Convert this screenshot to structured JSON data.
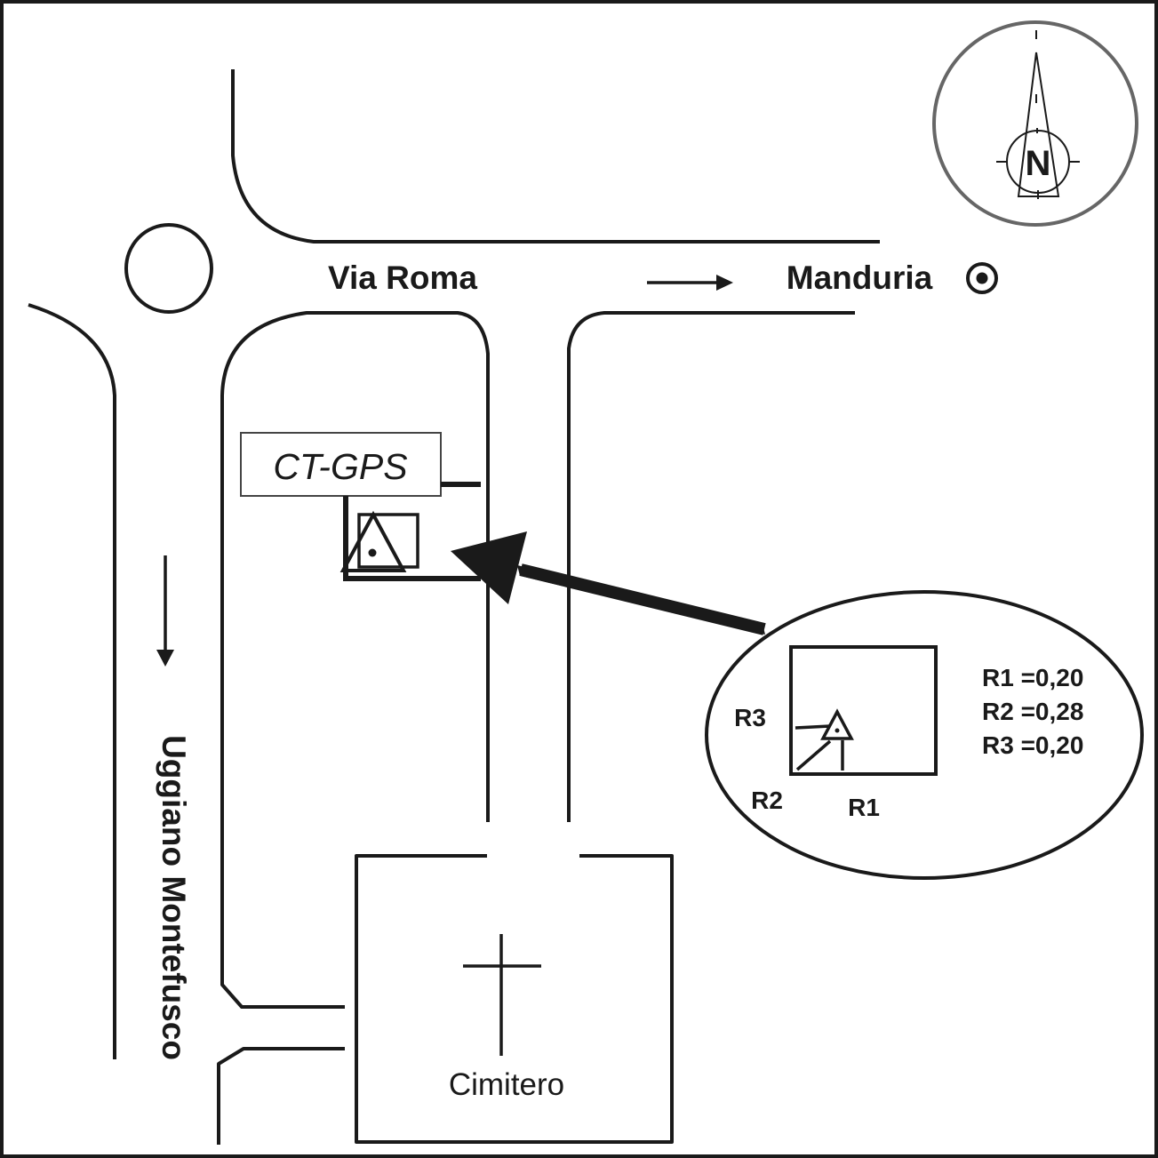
{
  "map": {
    "colors": {
      "ink": "#1a1a1a",
      "compass_ring": "#666666",
      "background": "#ffffff"
    },
    "streets": {
      "via_roma": "Via Roma",
      "uggiano": "Uggiano Montefusco"
    },
    "destinations": {
      "manduria": "Manduria"
    },
    "landmarks": {
      "station_label": "CT-GPS",
      "cemetery_label": "Cimitero"
    },
    "compass": {
      "north_label": "N"
    },
    "inset": {
      "labels": {
        "r1": "R1",
        "r2": "R2",
        "r3": "R3"
      },
      "readings": [
        {
          "name": "R1",
          "text": "R1 =0,20",
          "value": "0,20"
        },
        {
          "name": "R2",
          "text": "R2 =0,28",
          "value": "0,28"
        },
        {
          "name": "R3",
          "text": "R3 =0,20",
          "value": "0,20"
        }
      ]
    },
    "icons": {
      "compass": "north-arrow-compass",
      "station": "triangle-station-marker",
      "city": "circled-dot-city-marker",
      "cemetery": "cross",
      "roundabout": "circle"
    }
  }
}
